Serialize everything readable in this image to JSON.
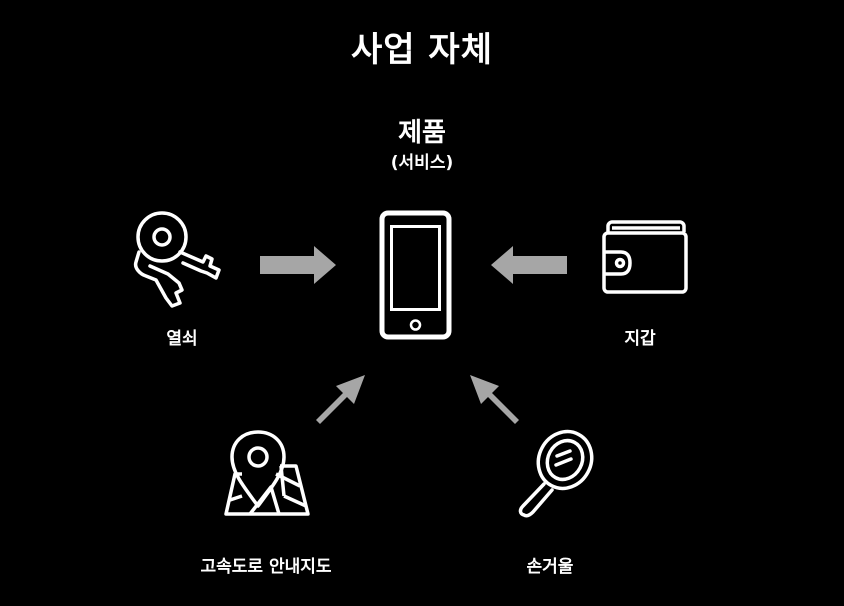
{
  "title": "사업 자체",
  "center": {
    "title": "제품",
    "subtitle": "(서비스)"
  },
  "items": {
    "key": "열쇠",
    "wallet": "지갑",
    "map": "고속도로 안내지도",
    "mirror": "손거울"
  },
  "colors": {
    "background": "#000000",
    "foreground": "#ffffff",
    "arrow": "#a6a6a6"
  }
}
